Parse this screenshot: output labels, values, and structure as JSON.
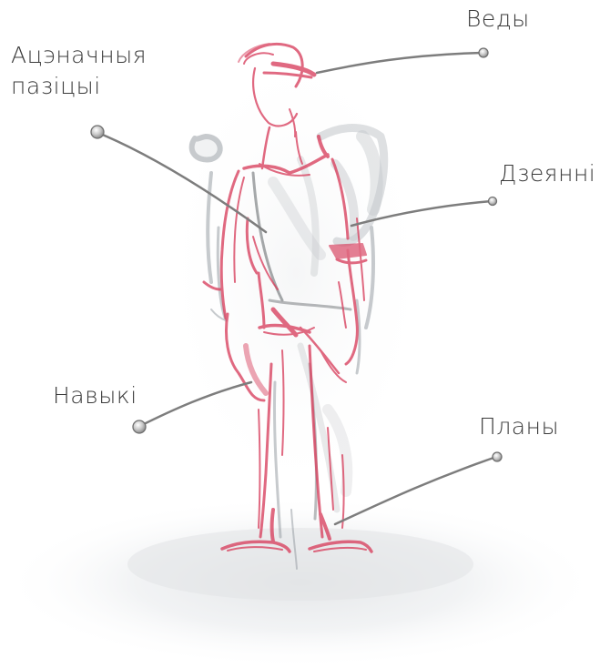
{
  "diagram": {
    "labels": {
      "knowledge": "Веды",
      "assessment_line1": "Ацэначныя",
      "assessment_line2": "пазіцыі",
      "actions": "Дзеянні",
      "skills": "Навыкі",
      "plans": "Планы"
    },
    "colors": {
      "background": "#ffffff",
      "sketch_red": "#d8405e",
      "sketch_gray": "#9aa0a6",
      "leader_line": "#7d7d7d",
      "label_text": "#3a3a3a"
    }
  }
}
